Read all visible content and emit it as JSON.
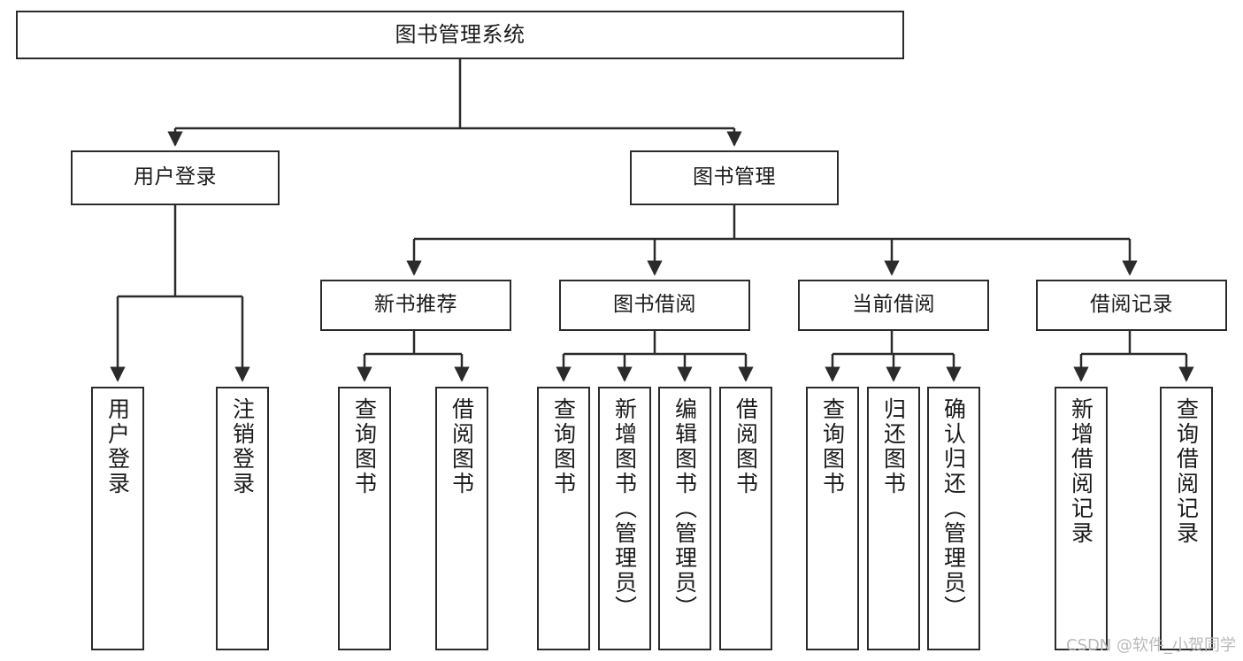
{
  "diagram": {
    "title": "图书管理系统",
    "type": "tree",
    "watermark": "CSDN @软件_小贺同学",
    "colors": {
      "box_border": "#2b2b2b",
      "box_fill": "#ffffff",
      "edge": "#2b2b2b",
      "text": "#1a1a1a",
      "watermark": "#b9b9b9"
    },
    "nodes": {
      "root": {
        "label": "图书管理系统"
      },
      "level2": [
        {
          "id": "user-login",
          "label": "用户登录"
        },
        {
          "id": "book-manage",
          "label": "图书管理"
        }
      ],
      "level3": [
        {
          "id": "new-book-recommend",
          "label": "新书推荐"
        },
        {
          "id": "book-borrow",
          "label": "图书借阅"
        },
        {
          "id": "current-borrow",
          "label": "当前借阅"
        },
        {
          "id": "borrow-record",
          "label": "借阅记录"
        }
      ],
      "leaves": {
        "user-login": [
          {
            "id": "leaf-user-login",
            "label": "用户登录"
          },
          {
            "id": "leaf-logout-login",
            "label": "注销登录"
          }
        ],
        "new-book-recommend": [
          {
            "id": "leaf-query-book-1",
            "label": "查询图书"
          },
          {
            "id": "leaf-borrow-book-1",
            "label": "借阅图书"
          }
        ],
        "book-borrow": [
          {
            "id": "leaf-query-book-2",
            "label": "查询图书"
          },
          {
            "id": "leaf-add-book",
            "label": "新增图书（管理员）"
          },
          {
            "id": "leaf-edit-book",
            "label": "编辑图书（管理员）"
          },
          {
            "id": "leaf-borrow-book-2",
            "label": "借阅图书"
          }
        ],
        "current-borrow": [
          {
            "id": "leaf-query-book-3",
            "label": "查询图书"
          },
          {
            "id": "leaf-return-book",
            "label": "归还图书"
          },
          {
            "id": "leaf-confirm-return",
            "label": "确认归还（管理员）"
          }
        ],
        "borrow-record": [
          {
            "id": "leaf-add-record",
            "label": "新增借阅记录"
          },
          {
            "id": "leaf-query-record",
            "label": "查询借阅记录"
          }
        ]
      }
    }
  }
}
